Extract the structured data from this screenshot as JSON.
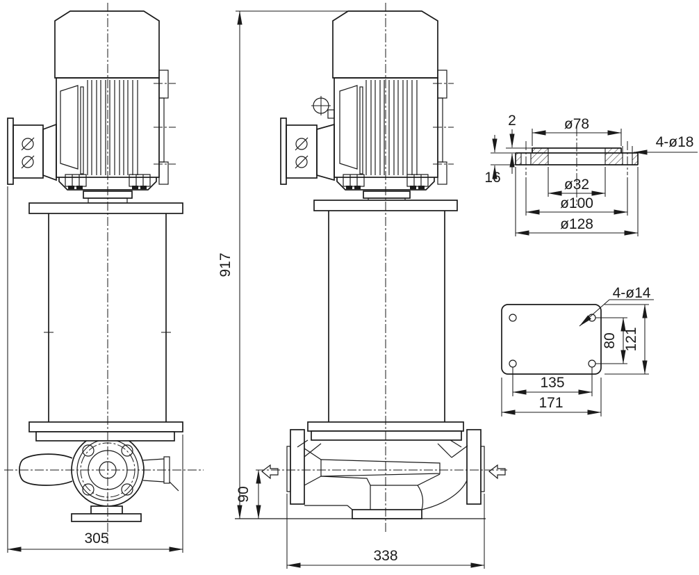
{
  "meta": {
    "line_color": "#1a1a1a",
    "background_color": "#ffffff"
  },
  "side_view": {
    "width": "305"
  },
  "front_view": {
    "total_height": "917",
    "port_height": "90",
    "width": "338"
  },
  "flange_detail": {
    "raised_face_height": "2",
    "thickness": "16",
    "raised_face_dia": "ø78",
    "bore_dia": "ø32",
    "bolt_circle_dia": "ø100",
    "outer_dia": "ø128",
    "bolt_holes": "4-ø18"
  },
  "base_plate": {
    "bolt_holes": "4-ø14",
    "hole_pitch_y": "80",
    "depth": "121",
    "hole_pitch_x": "135",
    "width": "171"
  }
}
